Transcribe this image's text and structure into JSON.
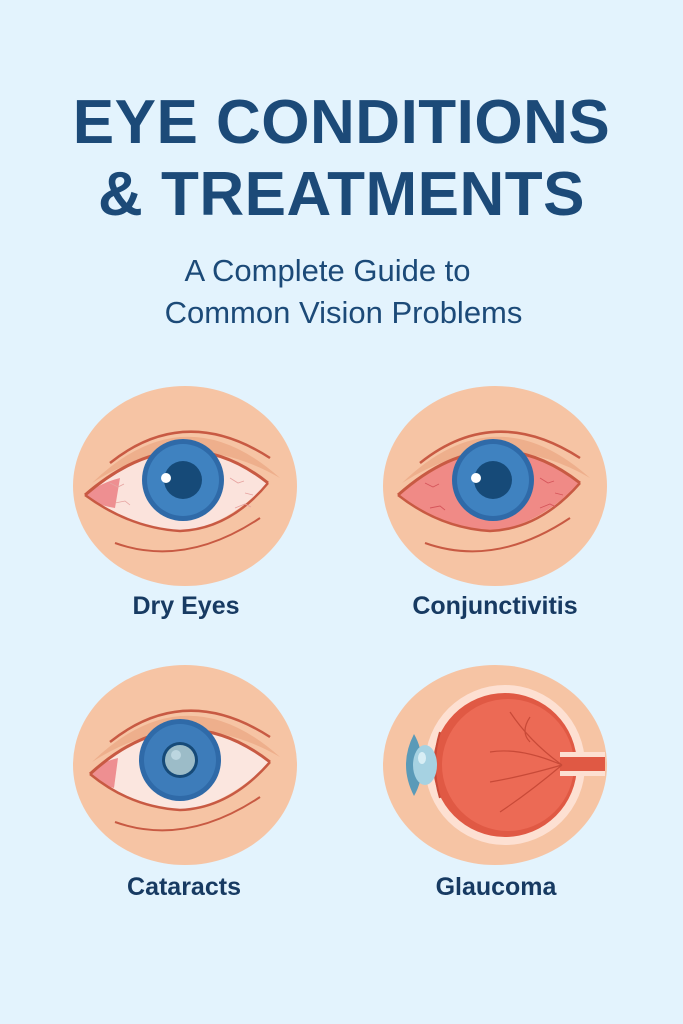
{
  "header": {
    "title_line1": "EYE CONDITIONS",
    "title_line2": "& TREATMENTS",
    "subtitle_line1": "A Complete Guide to",
    "subtitle_line2": "Common Vision Problems"
  },
  "conditions": [
    {
      "label": "Dry Eyes",
      "icon": "dry-eye-illustration"
    },
    {
      "label": "Conjunctivitis",
      "icon": "red-eye-illustration"
    },
    {
      "label": "Cataracts",
      "icon": "cloudy-lens-eye-illustration"
    },
    {
      "label": "Glaucoma",
      "icon": "eyeball-cross-section-illustration"
    }
  ],
  "colors": {
    "background": "#e3f3fd",
    "title": "#1c4a78",
    "skin": "#f6c4a4",
    "lid_line": "#c85a43",
    "iris": "#3a78b5",
    "pupil": "#164a78",
    "red_sclera": "#f08a86",
    "retina": "#e9604b"
  }
}
